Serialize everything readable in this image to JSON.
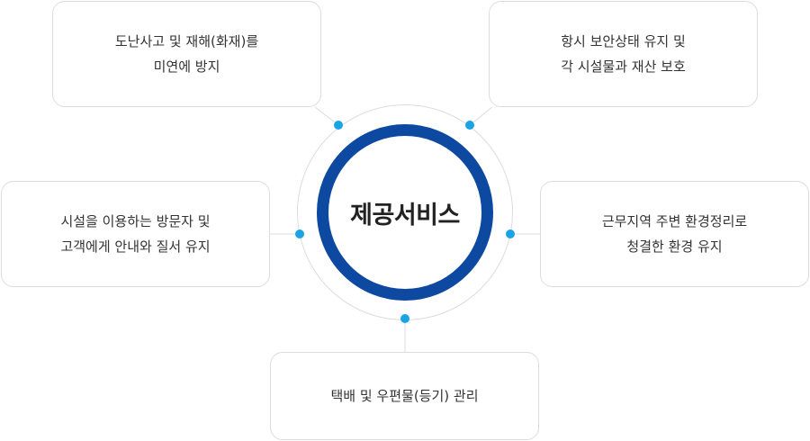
{
  "center": {
    "title": "제공서비스"
  },
  "services": {
    "top_left": [
      "도난사고 및 재해(화재)를",
      "미연에 방지"
    ],
    "top_right": [
      "항시 보안상태 유지 및",
      "각 시설물과 재산 보호"
    ],
    "mid_left": [
      "시설을 이용하는 방문자 및",
      "고객에게 안내와 질서 유지"
    ],
    "mid_right": [
      "근무지역 주변 환경정리로",
      "청결한 환경 유지"
    ],
    "bottom": [
      "택배 및 우편물(등기) 관리"
    ]
  },
  "colors": {
    "ring": "#0d48a1",
    "dot": "#1aa3e6",
    "border": "#dcdcdc",
    "text": "#333333"
  }
}
